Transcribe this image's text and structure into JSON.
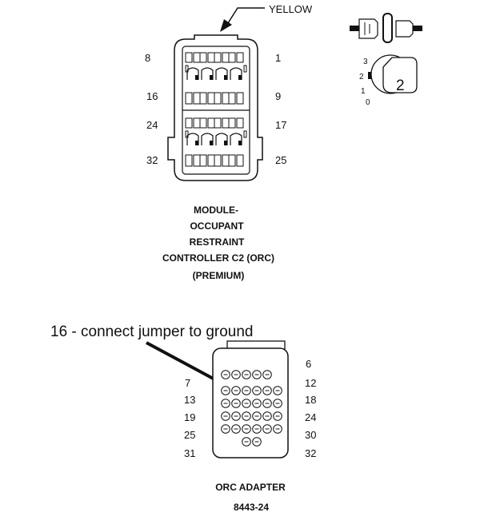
{
  "connector_c2": {
    "color_label": "YELLOW",
    "pin_labels": {
      "top_left": "8",
      "top_right": "1",
      "upper_mid_left": "16",
      "upper_mid_right": "9",
      "lower_mid_left": "24",
      "lower_mid_right": "17",
      "bottom_left": "32",
      "bottom_right": "25"
    },
    "title_lines": [
      "MODULE-",
      "OCCUPANT",
      "RESTRAINT",
      "CONTROLLER C2 (ORC)",
      "(PREMIUM)"
    ]
  },
  "legend_icon": {
    "positions": [
      "3",
      "2",
      "1",
      "0"
    ],
    "key_number": "2"
  },
  "adapter": {
    "instruction": "16 - connect jumper to ground",
    "left_labels": [
      "7",
      "13",
      "19",
      "25",
      "31"
    ],
    "right_labels": [
      "6",
      "12",
      "18",
      "24",
      "30",
      "32"
    ],
    "title": "ORC ADAPTER",
    "part_number": "8443-24"
  }
}
